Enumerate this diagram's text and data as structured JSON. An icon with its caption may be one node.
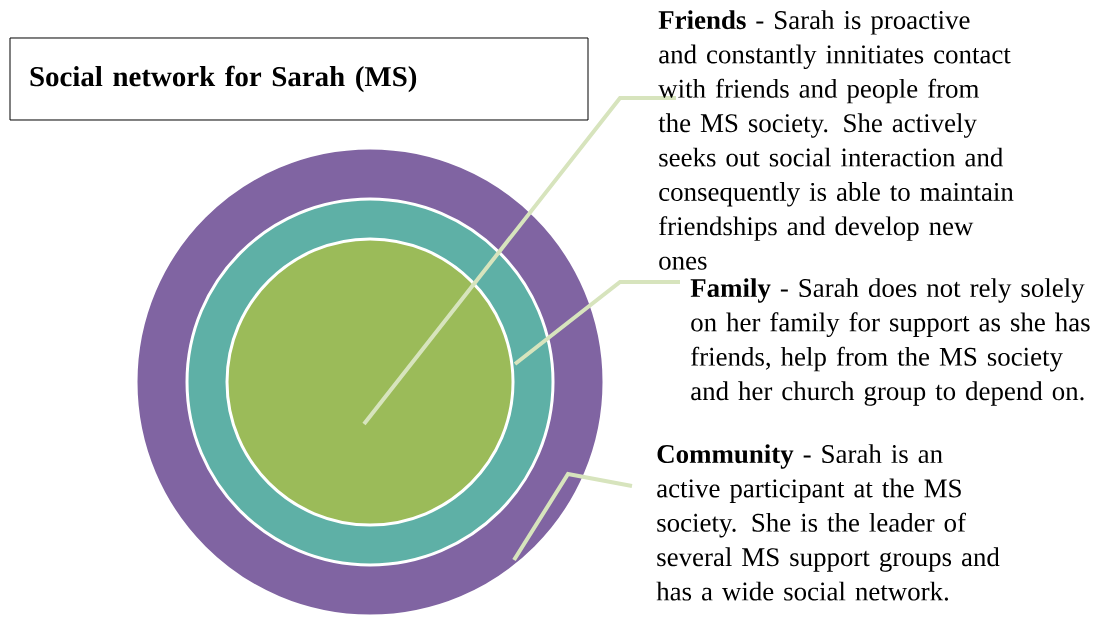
{
  "diagram": {
    "nodes": [
      {
        "text": [
          "Social network for Sarah (MS)"
        ]
      },
      {
        "text": [],
        "shape": "circle"
      },
      {
        "text": [],
        "shape": "circle",
        "in": 1
      },
      {
        "text": [],
        "shape": "circle",
        "in": 2
      },
      {
        "text": [
          "**Friends** - Sarah is proactive and constantly innitiates contact with friends and people from the MS society. She actively seeks out social interaction and consequently is able to maintain friendships and develop new ones"
        ]
      },
      {
        "text": [
          "**Family** - Sarah does not rely solely on her family for support as she has friends, help from the MS society and her church group to depend on."
        ]
      },
      {
        "text": [
          "**Community** - Sarah is an active participant at the MS society. She is the leader of several MS support groups and has a wide social network."
        ]
      }
    ],
    "edges": [
      {
        "from": 4,
        "to": 3,
        "arrow": "none"
      },
      {
        "from": 5,
        "to": 2,
        "arrow": "none"
      },
      {
        "from": 6,
        "to": 1,
        "arrow": "none"
      }
    ]
  }
}
